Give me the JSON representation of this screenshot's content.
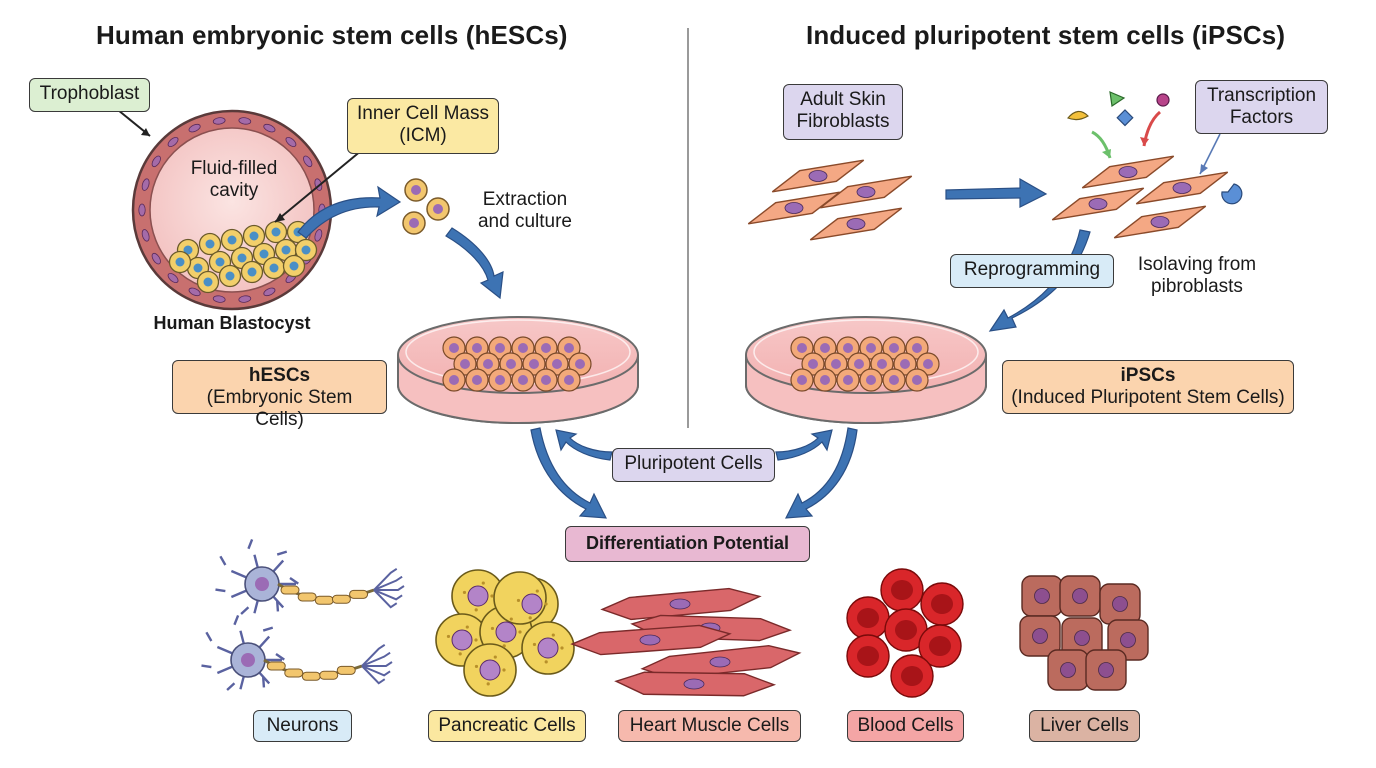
{
  "titles": {
    "left": "Human embryonic stem cells (hESCs)",
    "right": "Induced pluripotent stem cells (iPSCs)"
  },
  "left": {
    "trophoblast": "Trophoblast",
    "icm_line1": "Inner Cell Mass",
    "icm_line2": "(ICM)",
    "cavity_line1": "Fluid-filled",
    "cavity_line2": "cavity",
    "blastocyst": "Human Blastocyst",
    "extraction_line1": "Extraction",
    "extraction_line2": "and culture",
    "hescs_line1": "hESCs",
    "hescs_line2": "(Embryonic Stem Cells)"
  },
  "right": {
    "fibroblasts_line1": "Adult Skin",
    "fibroblasts_line2": "Fibroblasts",
    "tf_line1": "Transcription",
    "tf_line2": "Factors",
    "reprogramming": "Reprogramming",
    "isolating_line1": "Isolaving from",
    "isolating_line2": "pibroblasts",
    "ipscs_line1": "iPSCs",
    "ipscs_line2": "(Induced Pluripotent Stem Cells)"
  },
  "center": {
    "pluripotent": "Pluripotent Cells",
    "differentiation": "Differentiation Potential"
  },
  "cell_types": [
    "Neurons",
    "Pancreatic Cells",
    "Heart Muscle Cells",
    "Blood Cells",
    "Liver Cells"
  ],
  "colors": {
    "arrow": "#3d73b3",
    "cell_orange": "#f3a97a",
    "nucleus": "#9b6bb5",
    "blood": "#d9262a",
    "liver": "#bb6b5e",
    "pancreatic": "#f1d35e",
    "muscle": "#d9676a",
    "neuron": "#aab4d8"
  }
}
